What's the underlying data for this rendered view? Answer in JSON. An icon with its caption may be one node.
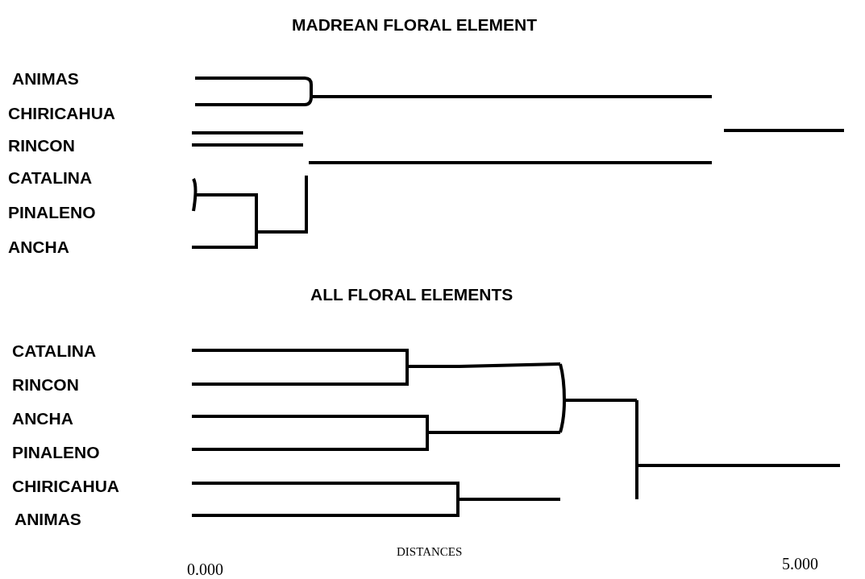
{
  "diagram": {
    "labels": [
      "MADREAN FLORAL ELEMENT",
      "ANIMAS",
      "CHIRICAHUA",
      "RINCON",
      "CATALINA",
      "PINALENO",
      "ANCHA",
      "ALL FLORAL ELEMENTS",
      "CATALINA",
      "RINCON",
      "ANCHA",
      "PINALENO",
      "CHIRICAHUA",
      "ANIMAS",
      "DISTANCES",
      "0.000",
      "5.000"
    ]
  }
}
